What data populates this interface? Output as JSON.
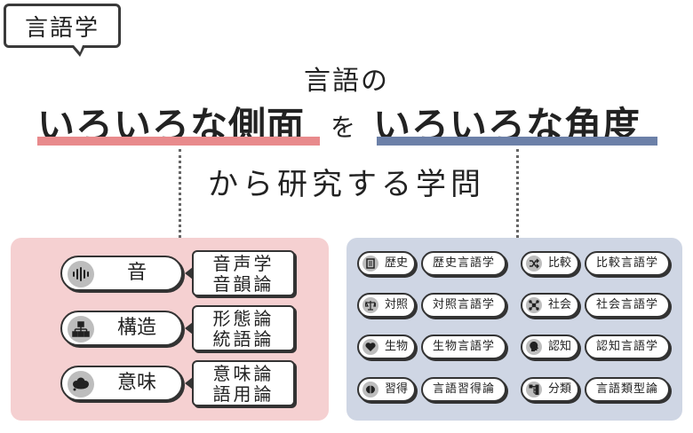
{
  "tag": "言語学",
  "headline": {
    "line1": "言語の",
    "left": "いろいろな側面",
    "connector": "を",
    "right": "いろいろな角度",
    "line3": "から研究する学問"
  },
  "colors": {
    "aspect_accent": "#e88a8c",
    "angle_accent": "#6c80a8",
    "left_panel": "#f5d0d1",
    "right_panel": "#cfd6e4"
  },
  "aspects": [
    {
      "label": "音",
      "icon": "sound-wave-icon",
      "fields": [
        "音声学",
        "音韻論"
      ]
    },
    {
      "label": "構造",
      "icon": "hierarchy-icon",
      "fields": [
        "形態論",
        "統語論"
      ]
    },
    {
      "label": "意味",
      "icon": "thought-cloud-icon",
      "fields": [
        "意味論",
        "語用論"
      ]
    }
  ],
  "angles": [
    {
      "label": "歴史",
      "icon": "scroll-icon",
      "field": "歴史言語学"
    },
    {
      "label": "比較",
      "icon": "shuffle-icon",
      "field": "比較言語学"
    },
    {
      "label": "対照",
      "icon": "scale-icon",
      "field": "対照言語学"
    },
    {
      "label": "社会",
      "icon": "network-icon",
      "field": "社会言語学"
    },
    {
      "label": "生物",
      "icon": "heart-icon",
      "field": "生物言語学"
    },
    {
      "label": "認知",
      "icon": "head-icon",
      "field": "認知言語学"
    },
    {
      "label": "習得",
      "icon": "brain-icon",
      "field": "言語習得論"
    },
    {
      "label": "分類",
      "icon": "tree-icon",
      "field": "言語類型論"
    }
  ]
}
